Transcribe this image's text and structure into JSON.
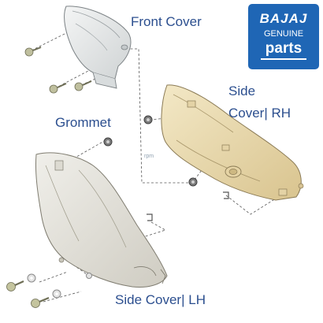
{
  "labels": {
    "front_cover": "Front Cover",
    "side_cover_rh_line1": "Side",
    "side_cover_rh_line2": "Cover| RH",
    "grommet": "Grommet",
    "side_cover_lh": "Side Cover| LH"
  },
  "watermark": "rpm",
  "badge": {
    "brand": "BAJAJ",
    "genuine": "GENUINE",
    "parts": "parts",
    "color": "#1f66b5"
  },
  "colors": {
    "label_text": "#2c4f8f",
    "rh_cover": "#ecdcb2",
    "lh_cover": "#e6e4dc",
    "front_cover": "#e2e5e6"
  }
}
